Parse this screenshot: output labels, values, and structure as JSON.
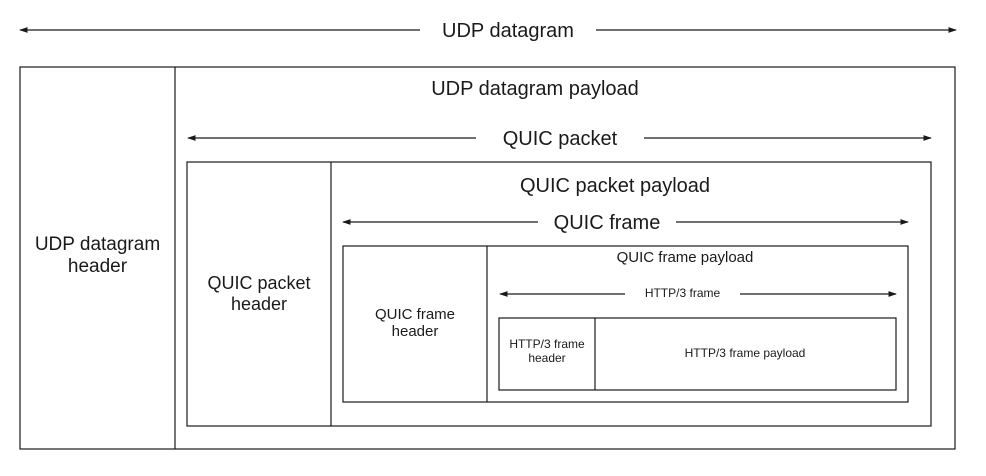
{
  "udp_datagram": "UDP datagram",
  "udp_datagram_header": "UDP datagram header",
  "udp_datagram_payload": "UDP datagram payload",
  "quic_packet": "QUIC packet",
  "quic_packet_header": "QUIC packet header",
  "quic_packet_payload": "QUIC packet payload",
  "quic_frame": "QUIC frame",
  "quic_frame_header": "QUIC frame header",
  "quic_frame_payload": "QUIC frame payload",
  "http3_frame": "HTTP/3 frame",
  "http3_frame_header": "HTTP/3 frame header",
  "http3_frame_payload": "HTTP/3 frame payload"
}
